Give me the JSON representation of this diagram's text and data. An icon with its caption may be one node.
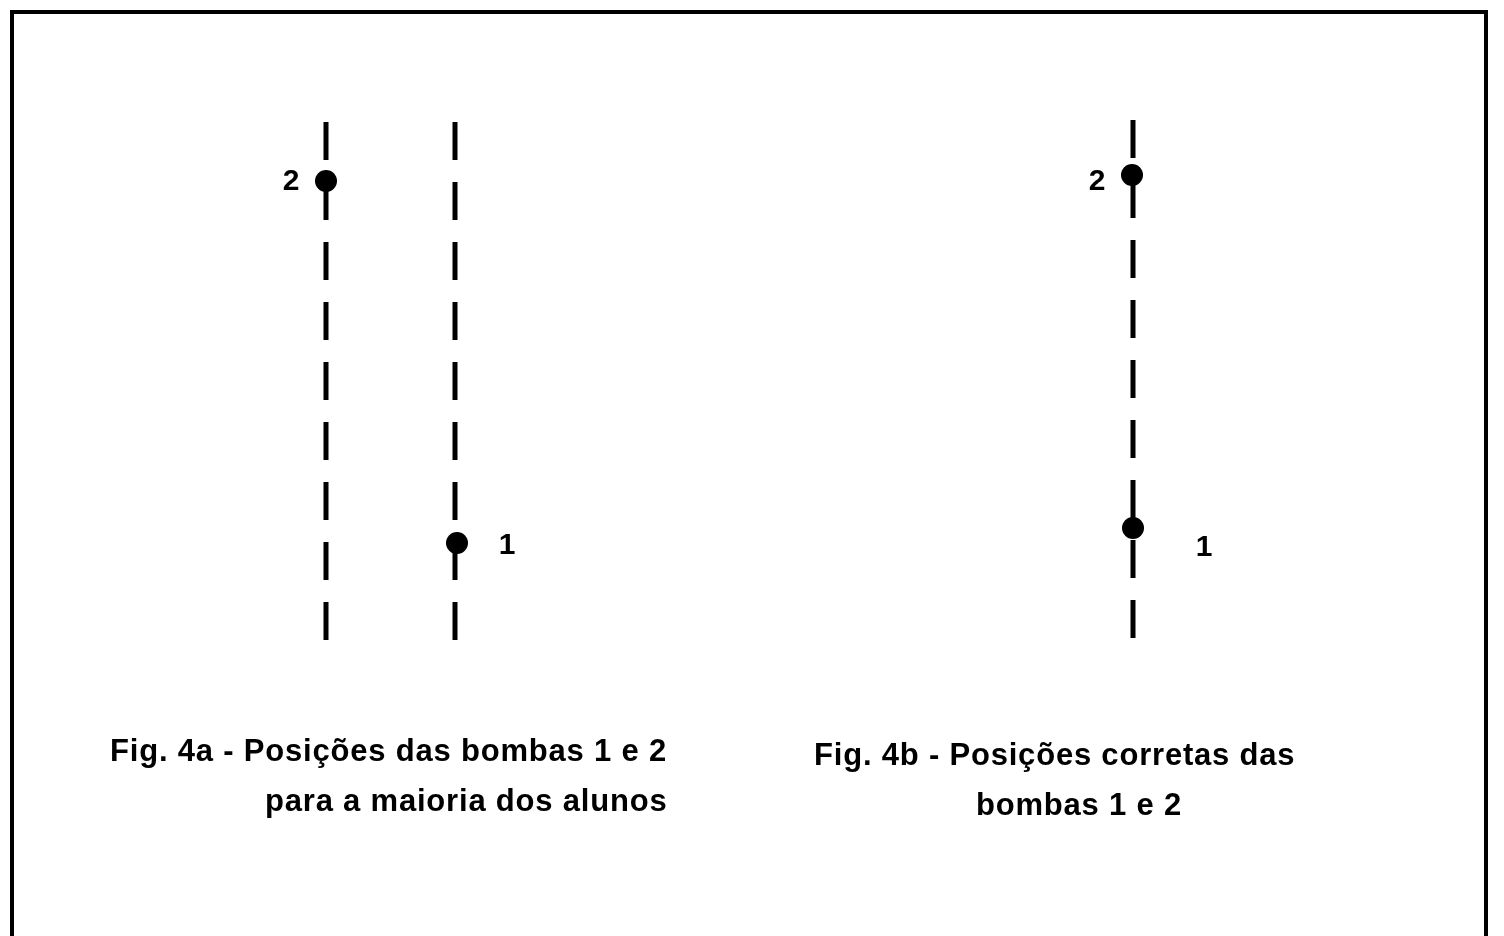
{
  "diagram": {
    "labels": [
      "2",
      "1",
      "2",
      "1",
      "Fig. 4a - Posições das bombas 1 e 2 para a maioria dos alunos",
      "Fig. 4b - Posições corretas das bombas 1 e 2"
    ]
  }
}
